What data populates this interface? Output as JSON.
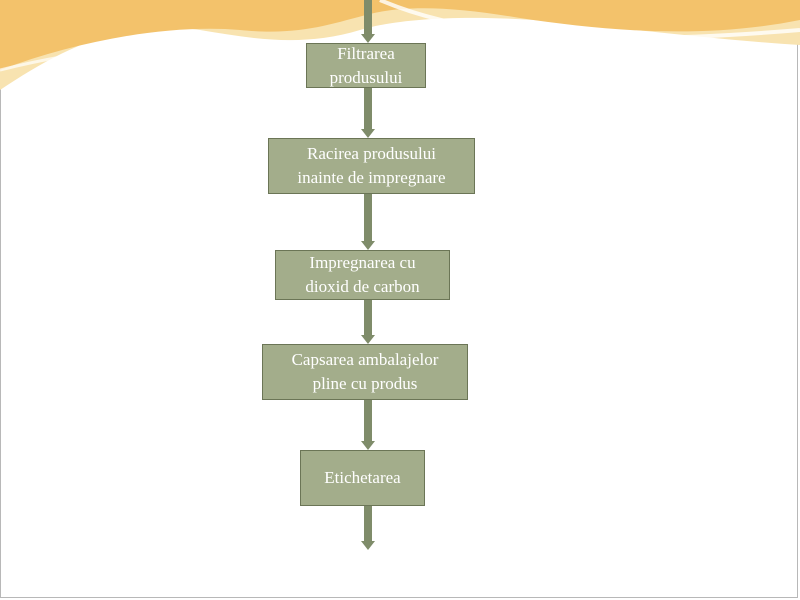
{
  "colors": {
    "box_fill": "#a3ad8b",
    "box_border": "#6b7556",
    "box_text": "#ffffff",
    "connector": "#7f8c6a",
    "wave_gold": "#f3c26b",
    "wave_cream": "#f8e3b0"
  },
  "flow": {
    "steps": [
      {
        "label": "Filtrarea\nprodusului"
      },
      {
        "label": "Racirea produsului\ninainte de impregnare"
      },
      {
        "label": "Impregnarea cu\ndioxid de carbon"
      },
      {
        "label": "Capsarea ambalajelor\npline cu produs"
      },
      {
        "label": "Etichetarea"
      }
    ]
  }
}
